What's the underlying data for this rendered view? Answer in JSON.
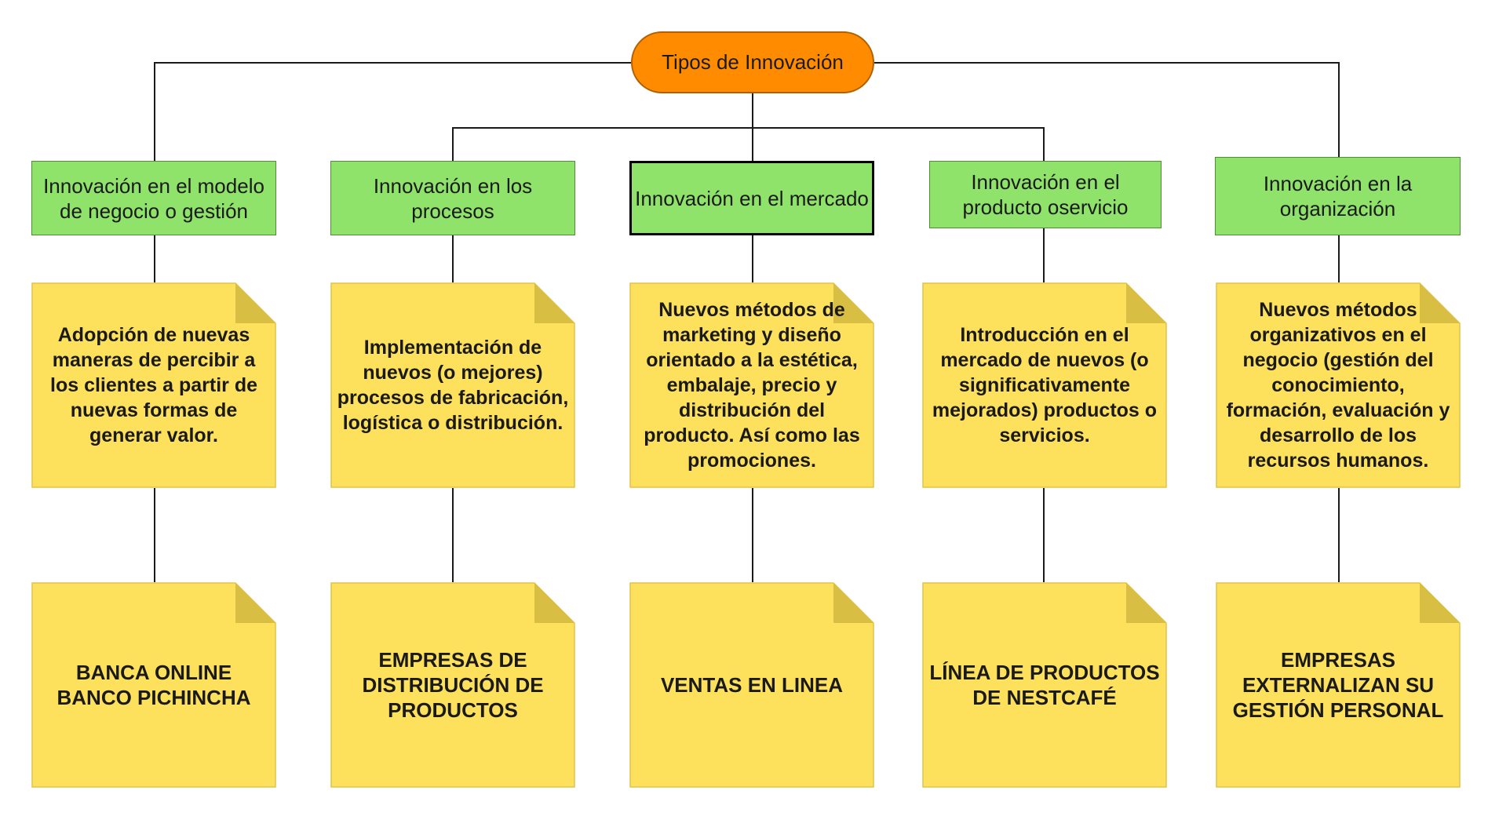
{
  "root": {
    "label": "Tipos de Innovación"
  },
  "colors": {
    "root": "#ff8c00",
    "category": "#8fe26a",
    "note": "#fde05c",
    "note_fold": "#d9be44"
  },
  "icons": {
    "note_shape": "folded-corner-note"
  },
  "categories": [
    {
      "label": "Innovación en el modelo de negocio o gestión",
      "description": "Adopción de nuevas maneras de percibir a los clientes a partir de nuevas formas de generar valor.",
      "example": "BANCA ONLINE BANCO PICHINCHA"
    },
    {
      "label": "Innovación en los procesos",
      "description": "Implementación de nuevos (o mejores) procesos de fabricación, logística o distribución.",
      "example": "EMPRESAS DE DISTRIBUCIÓN DE PRODUCTOS"
    },
    {
      "label": "Innovación en el mercado",
      "description": "Nuevos métodos de marketing  y diseño orientado a la estética, embalaje, precio y distribución del producto. Así como las promociones.",
      "example": "VENTAS EN LINEA"
    },
    {
      "label": "Innovación en el producto oservicio",
      "description": "Introducción en el mercado de nuevos (o significativamente mejorados) productos o servicios.",
      "example": "LÍNEA DE PRODUCTOS DE NESTCAFÉ"
    },
    {
      "label": "Innovación en la organización",
      "description": "Nuevos métodos organizativos en el negocio (gestión del conocimiento, formación, evaluación y desarrollo de los recursos humanos.",
      "example": "EMPRESAS EXTERNALIZAN SU GESTIÓN PERSONAL"
    }
  ]
}
